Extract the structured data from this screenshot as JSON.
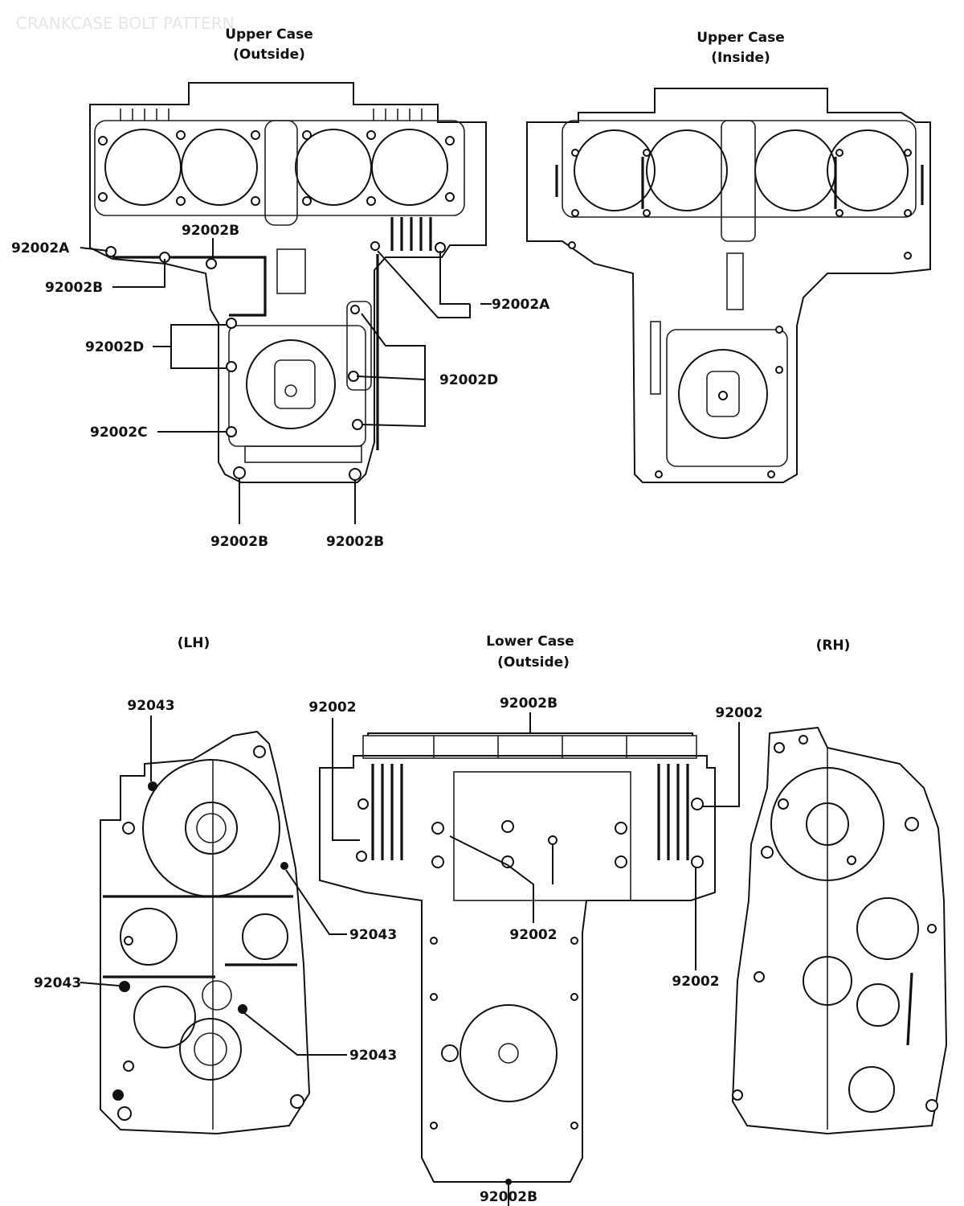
{
  "page_title": "CRANKCASE BOLT PATTERN",
  "captions": {
    "upper_outside": [
      "Upper Case",
      "(Outside)"
    ],
    "upper_inside": [
      "Upper Case",
      "(Inside)"
    ],
    "lower_outside": [
      "Lower Case",
      "(Outside)"
    ],
    "lh": "(LH)",
    "rh": "(RH)"
  },
  "callouts": {
    "uo_92002A_left": "92002A",
    "uo_92002B_top": "92002B",
    "uo_92002B_left": "92002B",
    "uo_92002A_right": "92002A",
    "uo_92002D_left": "92002D",
    "uo_92002D_right": "92002D",
    "uo_92002C_left": "92002C",
    "uo_92002B_bottom_left": "92002B",
    "uo_92002B_bottom_right": "92002B",
    "lh_92043_top": "92043",
    "lh_92043_mid_right": "92043",
    "lh_92043_mid_left": "92043",
    "lh_92043_low_right": "92043",
    "lo_92002_top_left": "92002",
    "lo_92002B_top": "92002B",
    "lo_92002_top_right": "92002",
    "lo_92002_center": "92002",
    "lo_92002_right": "92002",
    "lo_92002B_bottom": "92002B"
  }
}
